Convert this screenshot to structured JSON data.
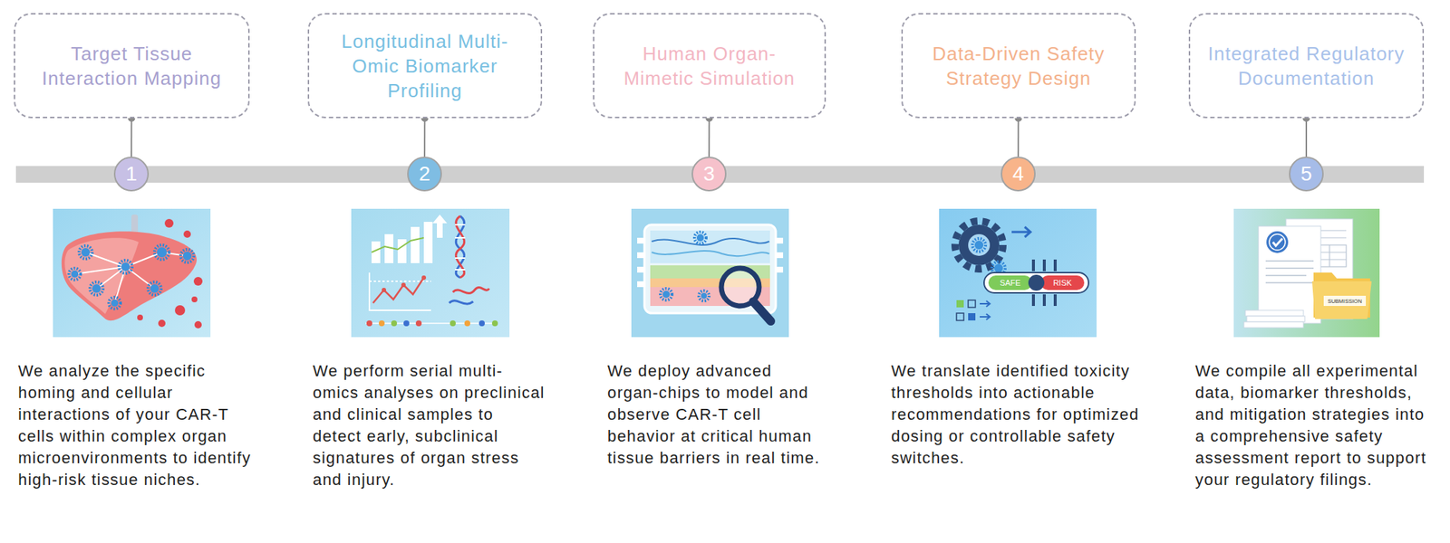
{
  "diagram": {
    "nodes": [
      {
        "text": [
          "Target Tissue Interaction Mapping"
        ]
      },
      {
        "text": [
          "1"
        ]
      },
      {
        "text": [
          "Longitudinal Multi-Omic Biomarker Profiling"
        ]
      },
      {
        "text": [
          "2"
        ]
      },
      {
        "text": [
          "Human Organ-Mimetic Simulation"
        ]
      },
      {
        "text": [
          "3"
        ]
      },
      {
        "text": [
          "Data-Driven Safety Strategy Design"
        ]
      },
      {
        "text": [
          "4"
        ]
      },
      {
        "text": [
          "Integrated Regulatory Documentation"
        ]
      },
      {
        "text": [
          "5"
        ]
      }
    ],
    "edges": [
      {
        "from": 0,
        "to": 1,
        "arrow": "none"
      },
      {
        "from": 2,
        "to": 3,
        "arrow": "none"
      },
      {
        "from": 4,
        "to": 5,
        "arrow": "none"
      },
      {
        "from": 6,
        "to": 7,
        "arrow": "none"
      },
      {
        "from": 8,
        "to": 9,
        "arrow": "none"
      }
    ],
    "labels": [
      "We analyze the specific homing and cellular interactions of your CAR-T cells within complex organ microenvironments to identify high-risk tissue niches.",
      "We perform serial multi-omics analyses on preclinical and clinical samples to detect early, subclinical signatures of organ stress and injury.",
      "We deploy advanced organ-chips to model and observe CAR-T cell behavior at critical human tissue barriers in real time.",
      "SAFE",
      "RISK",
      "We translate identified toxicity thresholds into actionable recommendations for optimized dosing or controllable safety switches.",
      "SUBMISSION",
      "We compile all experimental data, biomarker thresholds, and mitigation strategies into a comprehensive safety assessment report to support your regulatory filings."
    ]
  }
}
